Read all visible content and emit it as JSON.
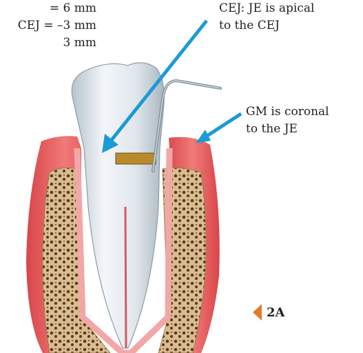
{
  "annotations": {
    "left_lines": [
      "= 6 mm",
      "CEJ = –3 mm",
      "3 mm"
    ],
    "cej_label": [
      "CEJ: JE is apical",
      "to the CEJ"
    ],
    "gm_label": [
      "GM is coronal",
      "to the JE"
    ],
    "figure_label": "2A"
  },
  "colors": {
    "arrow": "#1b9ad6",
    "gingiva": "#e05a5c",
    "bone": "#d7b98a",
    "tooth": "#e6edf2",
    "marker": "#e47b2a"
  }
}
